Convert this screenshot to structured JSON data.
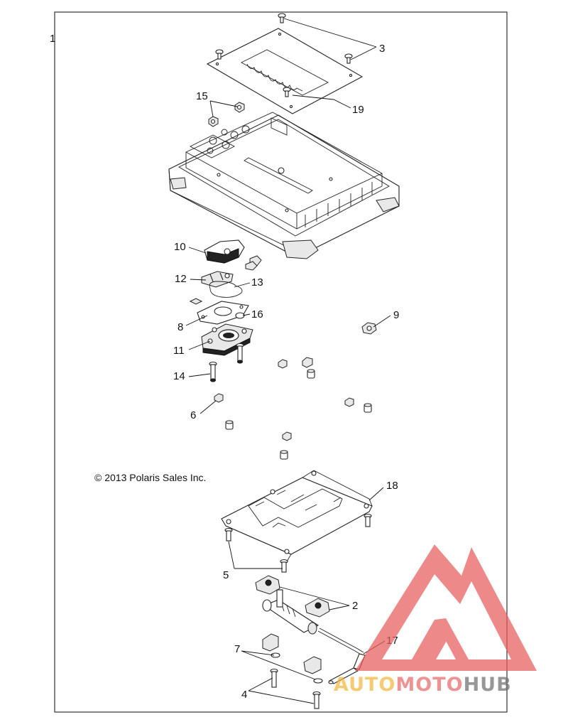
{
  "diagram": {
    "copyright": "© 2013 Polaris Sales Inc.",
    "callouts": {
      "c1": "1",
      "c2": "2",
      "c3": "3",
      "c4": "4",
      "c5": "5",
      "c6": "6",
      "c7": "7",
      "c8": "8",
      "c9": "9",
      "c10": "10",
      "c11": "11",
      "c12": "12",
      "c13": "13",
      "c14": "14",
      "c15": "15",
      "c16": "16",
      "c17": "17",
      "c18": "18",
      "c19": "19"
    }
  },
  "watermark": {
    "part1": "AUTO",
    "part2": "MOTO",
    "part3": "HUB",
    "colors": {
      "auto": "#f2b73a",
      "moto": "#e86a6a",
      "hub": "#707070",
      "triangle": "#e85c5c"
    }
  }
}
